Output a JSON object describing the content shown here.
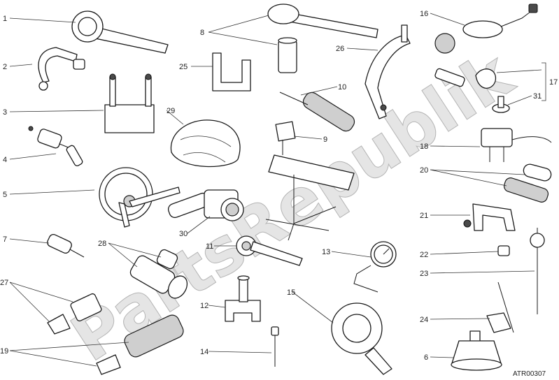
{
  "figure": {
    "code": "ATR00307",
    "watermark": "PartsRepublik",
    "labels": [
      "1",
      "2",
      "3",
      "4",
      "5",
      "7",
      "27",
      "19",
      "8",
      "25",
      "29",
      "30",
      "28",
      "11",
      "12",
      "14",
      "26",
      "10",
      "9",
      "13",
      "15",
      "16",
      "17",
      "31",
      "18",
      "20",
      "21",
      "22",
      "23",
      "24",
      "6"
    ]
  },
  "parts": [
    {
      "ref": "1",
      "icon": "ring-spanner-icon"
    },
    {
      "ref": "2",
      "icon": "hook-wrench-icon"
    },
    {
      "ref": "3",
      "icon": "stud-plate-icon"
    },
    {
      "ref": "4",
      "icon": "t-handle-puller-icon"
    },
    {
      "ref": "5",
      "icon": "degree-wheel-icon"
    },
    {
      "ref": "6",
      "icon": "base-stand-icon"
    },
    {
      "ref": "7",
      "icon": "threaded-pin-icon"
    },
    {
      "ref": "8",
      "icon": "socket-tool-icon"
    },
    {
      "ref": "9",
      "icon": "engine-stand-icon"
    },
    {
      "ref": "10",
      "icon": "drift-handle-icon"
    },
    {
      "ref": "11",
      "icon": "pin-spanner-icon"
    },
    {
      "ref": "12",
      "icon": "fork-holder-icon"
    },
    {
      "ref": "13",
      "icon": "dial-gauge-icon"
    },
    {
      "ref": "14",
      "icon": "pin-icon"
    },
    {
      "ref": "15",
      "icon": "flywheel-holder-icon"
    },
    {
      "ref": "16",
      "icon": "pressure-hose-icon"
    },
    {
      "ref": "17",
      "icon": "valve-tool-group-icon"
    },
    {
      "ref": "18",
      "icon": "puller-icon"
    },
    {
      "ref": "19",
      "icon": "knurled-drift-icon"
    },
    {
      "ref": "20",
      "icon": "bushing-drift-icon"
    },
    {
      "ref": "21",
      "icon": "bracket-icon"
    },
    {
      "ref": "22",
      "icon": "spacer-icon"
    },
    {
      "ref": "23",
      "icon": "dial-indicator-icon"
    },
    {
      "ref": "24",
      "icon": "gauge-stand-icon"
    },
    {
      "ref": "25",
      "icon": "u-bracket-icon"
    },
    {
      "ref": "26",
      "icon": "arch-tool-icon"
    },
    {
      "ref": "27",
      "icon": "bullet-sleeve-icon"
    },
    {
      "ref": "28",
      "icon": "seal-driver-icon"
    },
    {
      "ref": "29",
      "icon": "cover-bag-icon"
    },
    {
      "ref": "30",
      "icon": "roller-bearing-tool-icon"
    },
    {
      "ref": "31",
      "icon": "valve-cap-icon"
    }
  ]
}
